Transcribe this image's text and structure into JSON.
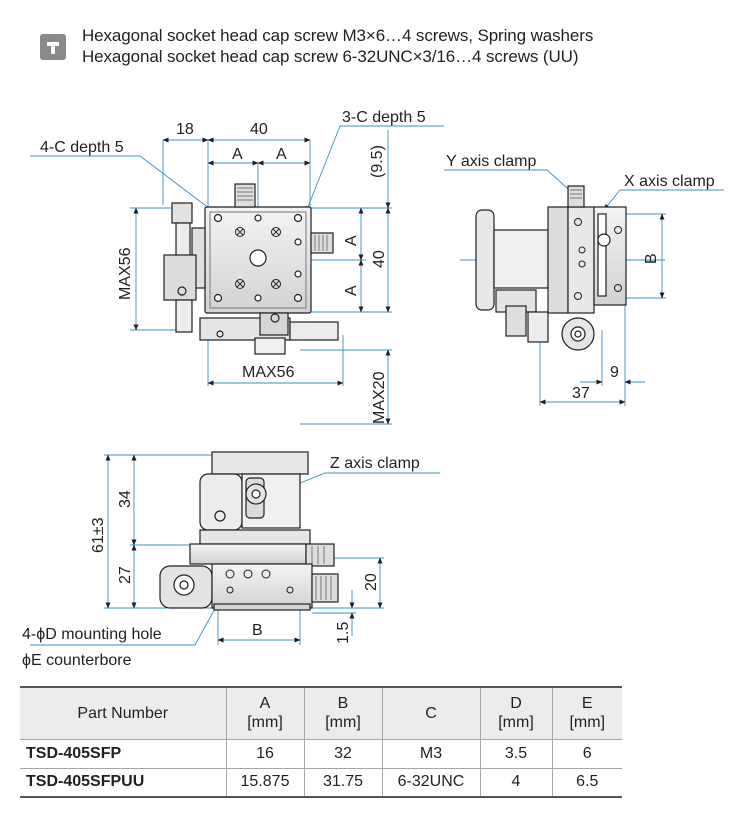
{
  "notes": {
    "line1": "Hexagonal socket head cap screw M3×6…4 screws, Spring washers",
    "line2": "Hexagonal socket head cap screw 6-32UNC×3/16…4 screws (UU)"
  },
  "labels": {
    "c4_depth": "4-C depth 5",
    "c3_depth": "3-C depth 5",
    "dim_18": "18",
    "dim_40_top": "40",
    "dim_a1": "A",
    "dim_a2": "A",
    "dim_9_5": "(9.5)",
    "dim_a_right1": "A",
    "dim_a_right2": "A",
    "dim_40_right": "40",
    "dim_max56_left": "MAX56",
    "dim_max56_bottom": "MAX56",
    "dim_max20": "MAX20",
    "y_clamp": "Y axis clamp",
    "x_clamp": "X axis clamp",
    "dim_b_right": "B",
    "dim_9": "9",
    "dim_37": "37",
    "z_clamp": "Z axis clamp",
    "dim_34": "34",
    "dim_61": "61±3",
    "dim_27": "27",
    "dim_20": "20",
    "dim_1_5": "1.5",
    "dim_b_bottom": "B",
    "mount_hole": "4-ϕD mounting hole",
    "counterbore": "ϕE counterbore"
  },
  "table": {
    "headers": [
      {
        "l1": "Part Number",
        "l2": ""
      },
      {
        "l1": "A",
        "l2": "[mm]"
      },
      {
        "l1": "B",
        "l2": "[mm]"
      },
      {
        "l1": "C",
        "l2": ""
      },
      {
        "l1": "D",
        "l2": "[mm]"
      },
      {
        "l1": "E",
        "l2": "[mm]"
      }
    ],
    "rows": [
      [
        "TSD-405SFP",
        "16",
        "32",
        "M3",
        "3.5",
        "6"
      ],
      [
        "TSD-405SFPUU",
        "15.875",
        "31.75",
        "6-32UNC",
        "4",
        "6.5"
      ]
    ]
  }
}
